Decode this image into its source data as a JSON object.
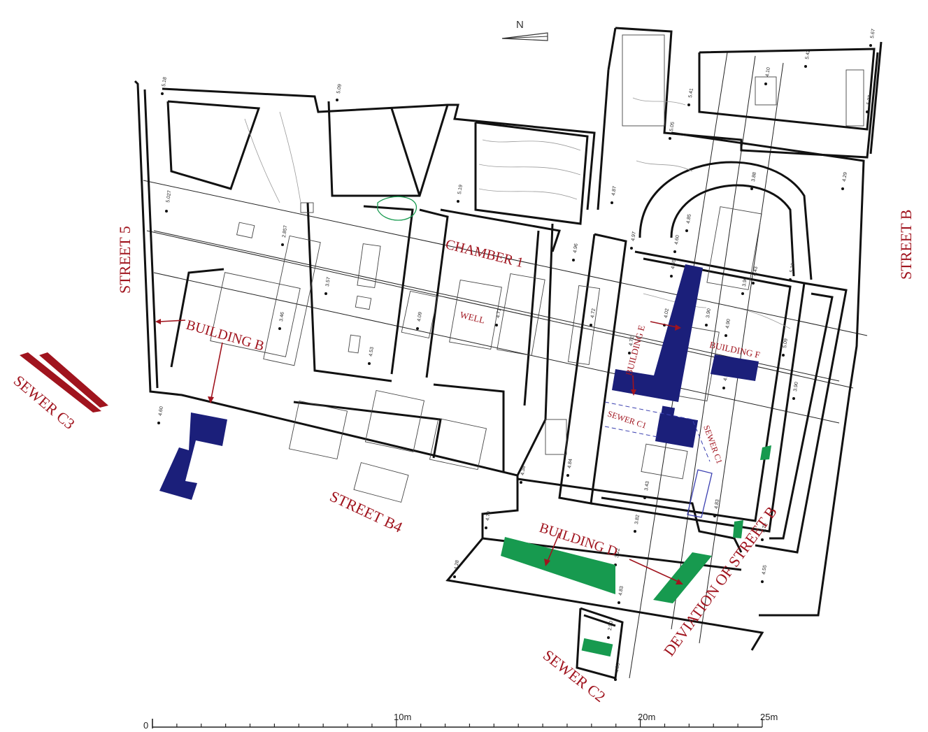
{
  "north": {
    "letter": "N"
  },
  "labels": {
    "street_5": "STREET 5",
    "street_b": "STREET B",
    "street_b4": "STREET B4",
    "sewer_c3": "SEWER C3",
    "sewer_c2": "SEWER C2",
    "sewer_c1a": "SEWER C1",
    "sewer_c1b": "SEWER C1",
    "chamber_1": "CHAMBER 1",
    "well": "WELL",
    "building_b": "BUILDING B",
    "building_d": "BUILDING D",
    "building_e": "BUILDING E",
    "building_f": "BUILDING F",
    "deviation": "DEVIATION OF STREET B"
  },
  "spot_heights": [
    "5.18",
    "5.09",
    "5.027",
    "2.857",
    "3.46",
    "3.57",
    "4.53",
    "5.19",
    "4.09",
    "4.71",
    "4.96",
    "4.72",
    "4.97",
    "4.87",
    "5.05",
    "5.41",
    "4.85",
    "4.65",
    "4.60",
    "4.02",
    "3.90",
    "4.72",
    "5.19",
    "4.29",
    "4.90",
    "4.43",
    "3.90",
    "5.09",
    "4.55",
    "3.90",
    "4.10",
    "5.27",
    "5.67",
    "5.42",
    "4.60",
    "4.38",
    "4.70",
    "4.28",
    "4.84",
    "3.43",
    "4.83",
    "4.75",
    "4.55",
    "3.22",
    "4.83",
    "2.90",
    "4.85",
    "3.82",
    "3.88"
  ],
  "scale": {
    "labels": [
      "0",
      "10m",
      "20m",
      "25m"
    ],
    "ticks_m": [
      0,
      10,
      20,
      25
    ]
  },
  "colors": {
    "label": "#a0141e",
    "building_blue": "#1b1f7a",
    "building_green": "#179a4f",
    "wall": "#111111"
  }
}
